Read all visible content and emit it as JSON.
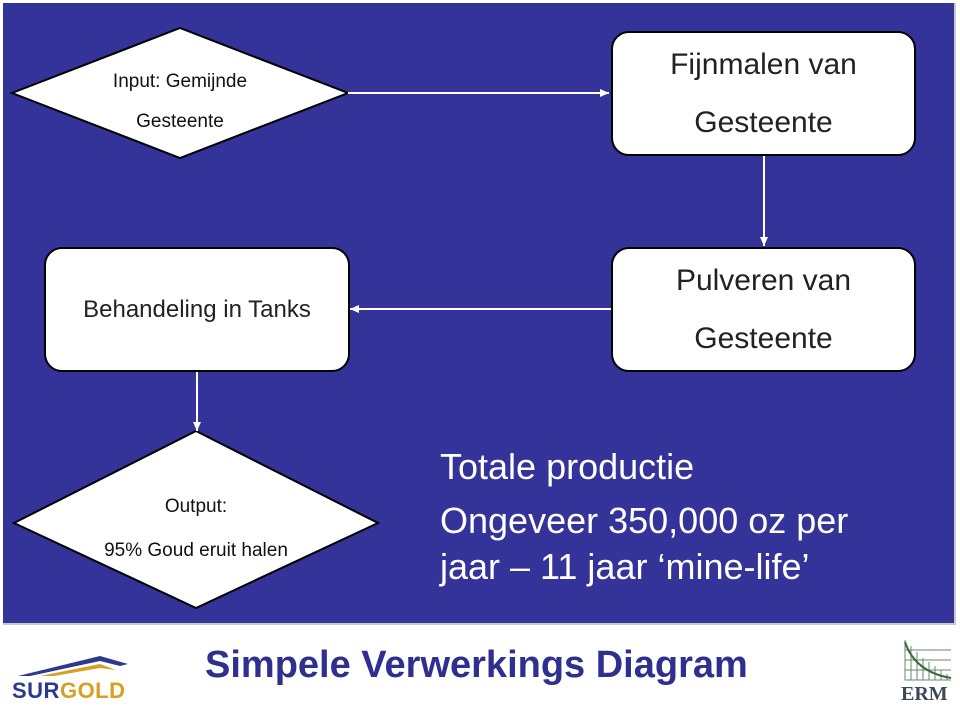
{
  "diagram": {
    "input_node": {
      "line1": "Input: Gemijnde",
      "line2": "Gesteente"
    },
    "grind_node": {
      "line1": "Fijnmalen van",
      "line2": "Gesteente"
    },
    "pulverize_node": {
      "line1": "Pulveren van",
      "line2": "Gesteente"
    },
    "tanks_node": {
      "line1": "Behandeling in Tanks"
    },
    "output_node": {
      "line1": "Output:",
      "line2": "95% Goud eruit halen"
    }
  },
  "info": {
    "line1": "Totale productie",
    "line2": "Ongeveer 350,000 oz per",
    "line3": "jaar – 11 jaar ‘mine-life’"
  },
  "footer": {
    "title": "Simpele Verwerkings Diagram",
    "logo_left": {
      "part1": "SUR",
      "part2": "GOLD"
    },
    "logo_right": "ERM"
  },
  "colors": {
    "panel_bg": "#333399",
    "title": "#2f2f8f",
    "gold": "#d8a020"
  }
}
